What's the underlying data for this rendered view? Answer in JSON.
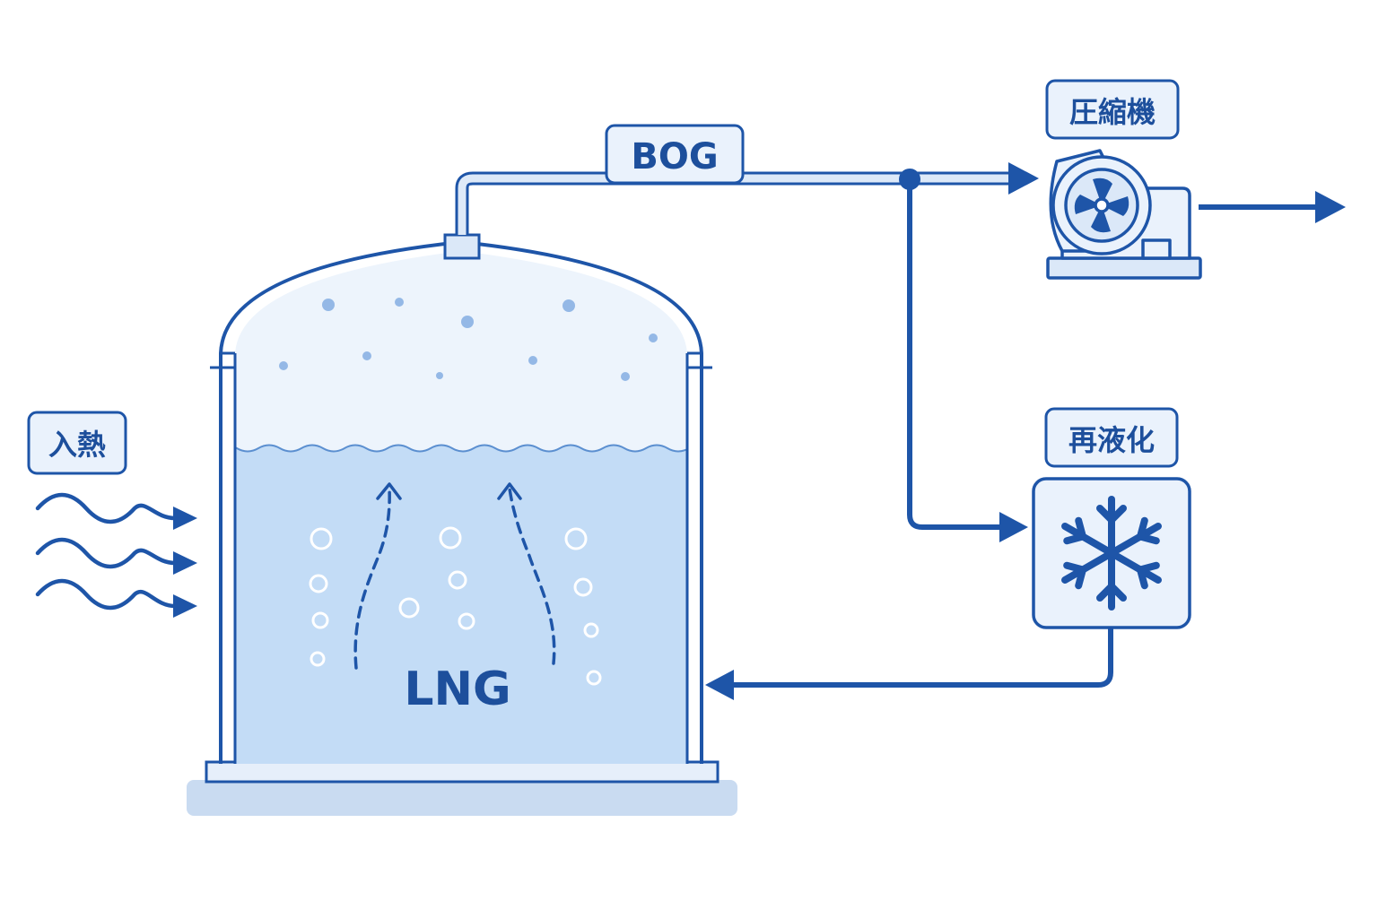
{
  "labels": {
    "heat_input": "入熱",
    "bog": "BOG",
    "compressor": "圧縮機",
    "reliquefaction": "再液化",
    "lng": "LNG"
  },
  "icons": {
    "compressor": "compressor-fan-icon",
    "reliquefaction": "snowflake-icon",
    "heat": "heat-wave-arrow-icon"
  },
  "colors": {
    "stroke": "#1e55a8",
    "label_text": "#1d4f9c",
    "vapor_fill": "#edf4fc",
    "liquid_fill": "#c3dcf6",
    "box_fill": "#eaf2fc",
    "base_fill": "#c9dbf1"
  }
}
